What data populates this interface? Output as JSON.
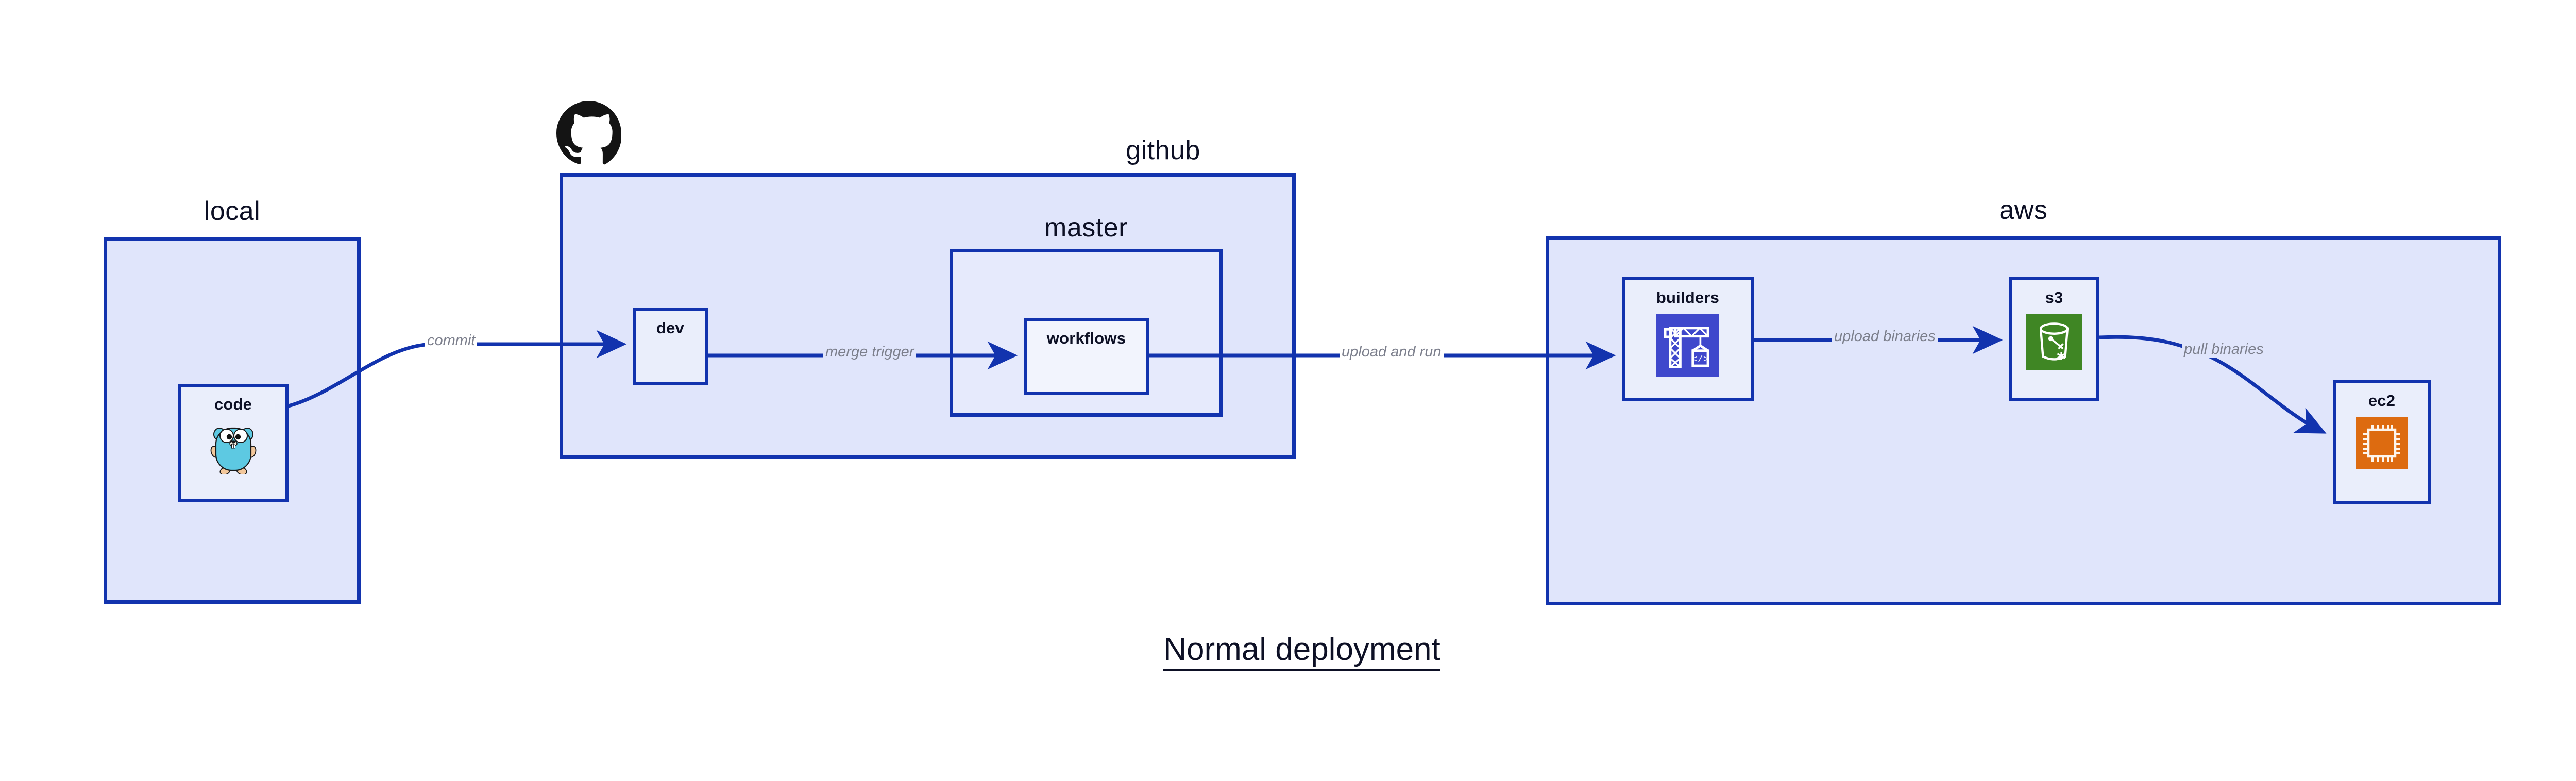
{
  "diagram": {
    "title": "Normal deployment",
    "colors": {
      "cluster_fill": "#e0e5fb",
      "cluster_border": "#1233ae",
      "node_fill": "#eaeefb",
      "node_border": "#1233ae",
      "edge": "#1233ae",
      "edge_label": "#7c7f8c",
      "text": "#0d1025",
      "go_gopher": "#5dc9e2",
      "codebuild": "#3f48cc",
      "s3": "#3f8624",
      "ec2": "#dd6b10",
      "github_mark": "#141414"
    },
    "clusters": [
      {
        "id": "local",
        "label": "local"
      },
      {
        "id": "github",
        "label": "github",
        "icon": "github-octocat-icon"
      },
      {
        "id": "master",
        "label": "master"
      },
      {
        "id": "aws",
        "label": "aws"
      }
    ],
    "nodes": [
      {
        "id": "code",
        "label": "code",
        "icon": "go-gopher-icon"
      },
      {
        "id": "dev",
        "label": "dev",
        "icon": "none"
      },
      {
        "id": "workflows",
        "label": "workflows",
        "icon": "none"
      },
      {
        "id": "builders",
        "label": "builders",
        "icon": "aws-codebuild-icon"
      },
      {
        "id": "s3",
        "label": "s3",
        "icon": "aws-s3-bucket-icon"
      },
      {
        "id": "ec2",
        "label": "ec2",
        "icon": "aws-ec2-chip-icon"
      }
    ],
    "edges": [
      {
        "id": "code-dev",
        "from": "code",
        "to": "dev",
        "label": "commit"
      },
      {
        "id": "dev-workflows",
        "from": "dev",
        "to": "workflows",
        "label": "merge trigger"
      },
      {
        "id": "workflows-builders",
        "from": "workflows",
        "to": "builders",
        "label": "upload and run"
      },
      {
        "id": "builders-s3",
        "from": "builders",
        "to": "s3",
        "label": "upload binaries"
      },
      {
        "id": "s3-ec2",
        "from": "s3",
        "to": "ec2",
        "label": "pull binaries"
      }
    ]
  }
}
